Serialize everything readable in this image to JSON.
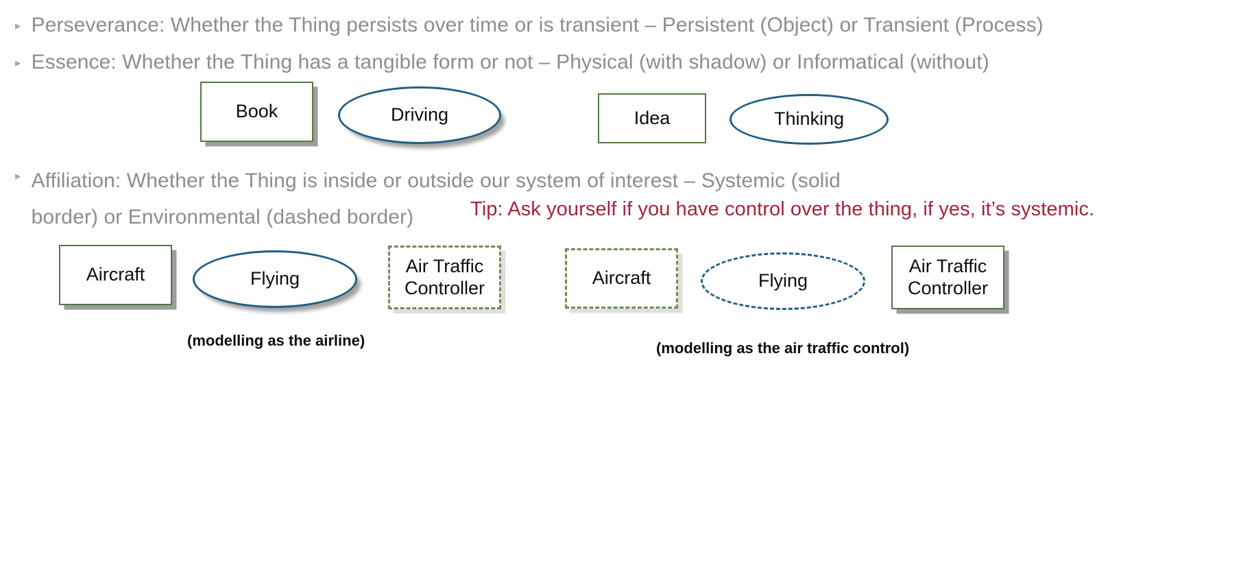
{
  "bullets": [
    {
      "id": "perseverance",
      "marker": "▸",
      "text": "Perseverance: Whether the Thing persists over time or is transient – Persistent (Object) or Transient (Process)"
    },
    {
      "id": "essence",
      "marker": "▸",
      "text": "Essence: Whether the Thing has a tangible form or not – Physical (with shadow) or Informatical (without)"
    },
    {
      "id": "affiliation",
      "marker": "▸",
      "text": "Affiliation: Whether the Thing is inside or outside our system of interest – Systemic (solid border) or Environmental (dashed border)"
    }
  ],
  "tip": {
    "text": "Tip: Ask yourself if you have control over the thing, if yes, it’s systemic.",
    "color": "#a32638"
  },
  "examples": {
    "row1": [
      {
        "id": "book",
        "label": "Book",
        "shape": "rectangle",
        "border": "solid",
        "shadow": true,
        "border_color": "#4f7a3f"
      },
      {
        "id": "driving",
        "label": "Driving",
        "shape": "ellipse",
        "border": "solid",
        "shadow": true,
        "border_color": "#215e84"
      },
      {
        "id": "idea",
        "label": "Idea",
        "shape": "rectangle",
        "border": "solid",
        "shadow": false,
        "border_color": "#4f7a3f"
      },
      {
        "id": "thinking",
        "label": "Thinking",
        "shape": "ellipse",
        "border": "solid",
        "shadow": false,
        "border_color": "#215e84"
      }
    ],
    "row2_left": [
      {
        "id": "aircraft-1",
        "label": "Aircraft",
        "shape": "rectangle",
        "border": "solid",
        "shadow": true,
        "border_color": "#4f7a3f"
      },
      {
        "id": "flying-1",
        "label": "Flying",
        "shape": "ellipse",
        "border": "solid",
        "shadow": true,
        "border_color": "#215e84"
      },
      {
        "id": "atc-1",
        "label": "Air Traffic\nController",
        "shape": "rectangle",
        "border": "dashed",
        "shadow": true,
        "border_color": "#6b8f4e"
      }
    ],
    "row2_right": [
      {
        "id": "aircraft-2",
        "label": "Aircraft",
        "shape": "rectangle",
        "border": "dashed",
        "shadow": true,
        "border_color": "#6b8f4e"
      },
      {
        "id": "flying-2",
        "label": "Flying",
        "shape": "ellipse",
        "border": "dashed",
        "shadow": true,
        "border_color": "#215e84"
      },
      {
        "id": "atc-2",
        "label": "Air Traffic\nController",
        "shape": "rectangle",
        "border": "solid",
        "shadow": true,
        "border_color": "#4f7a3f"
      }
    ]
  },
  "captions": {
    "airline": "(modelling as the airline)",
    "air_traffic_control": "(modelling as the air traffic control)"
  },
  "colors": {
    "body_text": "#8d8d8d",
    "shape_text": "#0d0d0d",
    "green_border": "#4f7a3f",
    "green_dashed_border": "#6b8f4e",
    "blue_border": "#215e84",
    "tip_red": "#a32638",
    "shadow_gray": "#8c8c8c",
    "background": "#ffffff"
  }
}
